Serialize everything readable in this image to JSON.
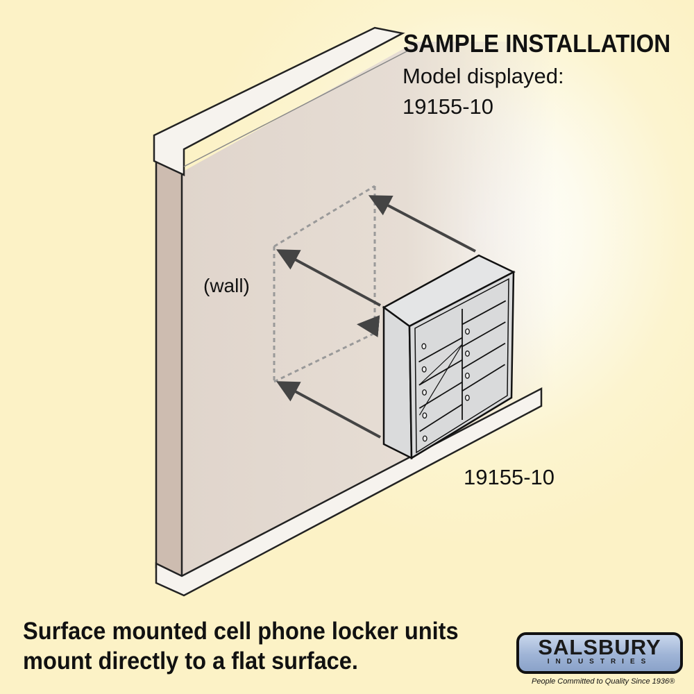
{
  "header": {
    "title": "SAMPLE INSTALLATION",
    "model_label": "Model displayed:",
    "model_number": "19155-10"
  },
  "diagram": {
    "wall_label": "(wall)",
    "unit_label": "19155-10",
    "locker_columns": 2,
    "locker_rows": 5
  },
  "caption": {
    "line1": "Surface mounted cell phone locker units",
    "line2": "mount directly to a flat surface."
  },
  "logo": {
    "name": "SALSBURY",
    "subtitle": "INDUSTRIES",
    "tagline": "People Committed to Quality Since 1936®"
  },
  "colors": {
    "background": "#fcf2c6",
    "wall": "#e2d8cf",
    "logo_blue": "#9fb4d6"
  }
}
